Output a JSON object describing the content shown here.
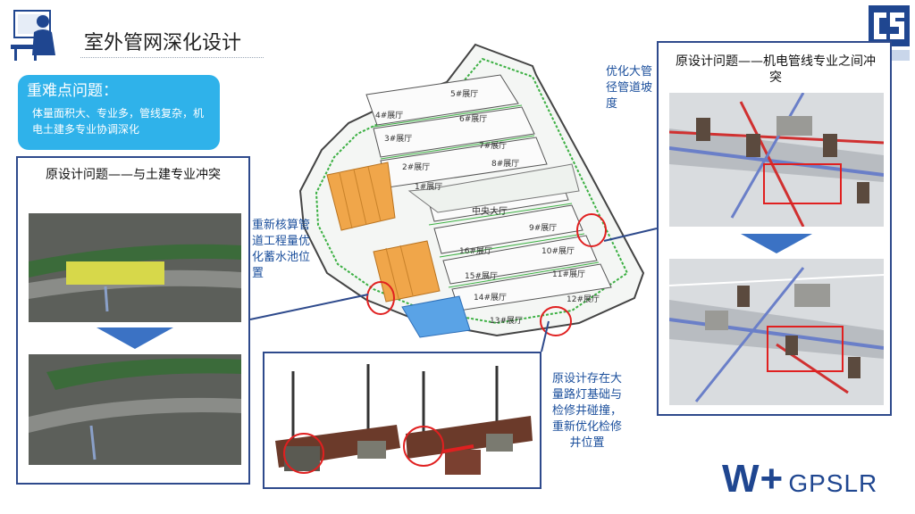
{
  "header": {
    "title": "室外管网深化设计"
  },
  "difficulty": {
    "heading": "重难点问题：",
    "body": "体量面积大、专业多，管线复杂，机电土建多专业协调深化"
  },
  "left_panel": {
    "caption": "原设计问题——与土建专业冲突"
  },
  "right_panel": {
    "caption": "原设计问题——机电管线专业之间冲突"
  },
  "notes": {
    "pipe_slope": "优化大管径管道坡度",
    "recalc": "重新核算管道工程量优化蓄水池位置",
    "lamp": "原设计存在大量路灯基础与检修井碰撞，重新优化检修井位置"
  },
  "plan_labels": {
    "halls": [
      "5#展厅",
      "4#展厅",
      "6#展厅",
      "3#展厅",
      "7#展厅",
      "2#展厅",
      "8#展厅",
      "1#展厅",
      "中央大厅",
      "9#展厅",
      "16#展厅",
      "10#展厅",
      "15#展厅",
      "11#展厅",
      "14#展厅",
      "12#展厅",
      "13#展厅"
    ]
  },
  "brand": {
    "mark": "W+",
    "text": "GPSLR"
  },
  "colors": {
    "accent_blue": "#2fb2ea",
    "frame_blue": "#2e4a8c",
    "brand_blue": "#1f4690",
    "clash_red": "#e02020"
  },
  "icons": {
    "header": "person-at-desk-icon",
    "logo": "cscec-logo-icon",
    "arrow": "down-arrow-icon"
  }
}
